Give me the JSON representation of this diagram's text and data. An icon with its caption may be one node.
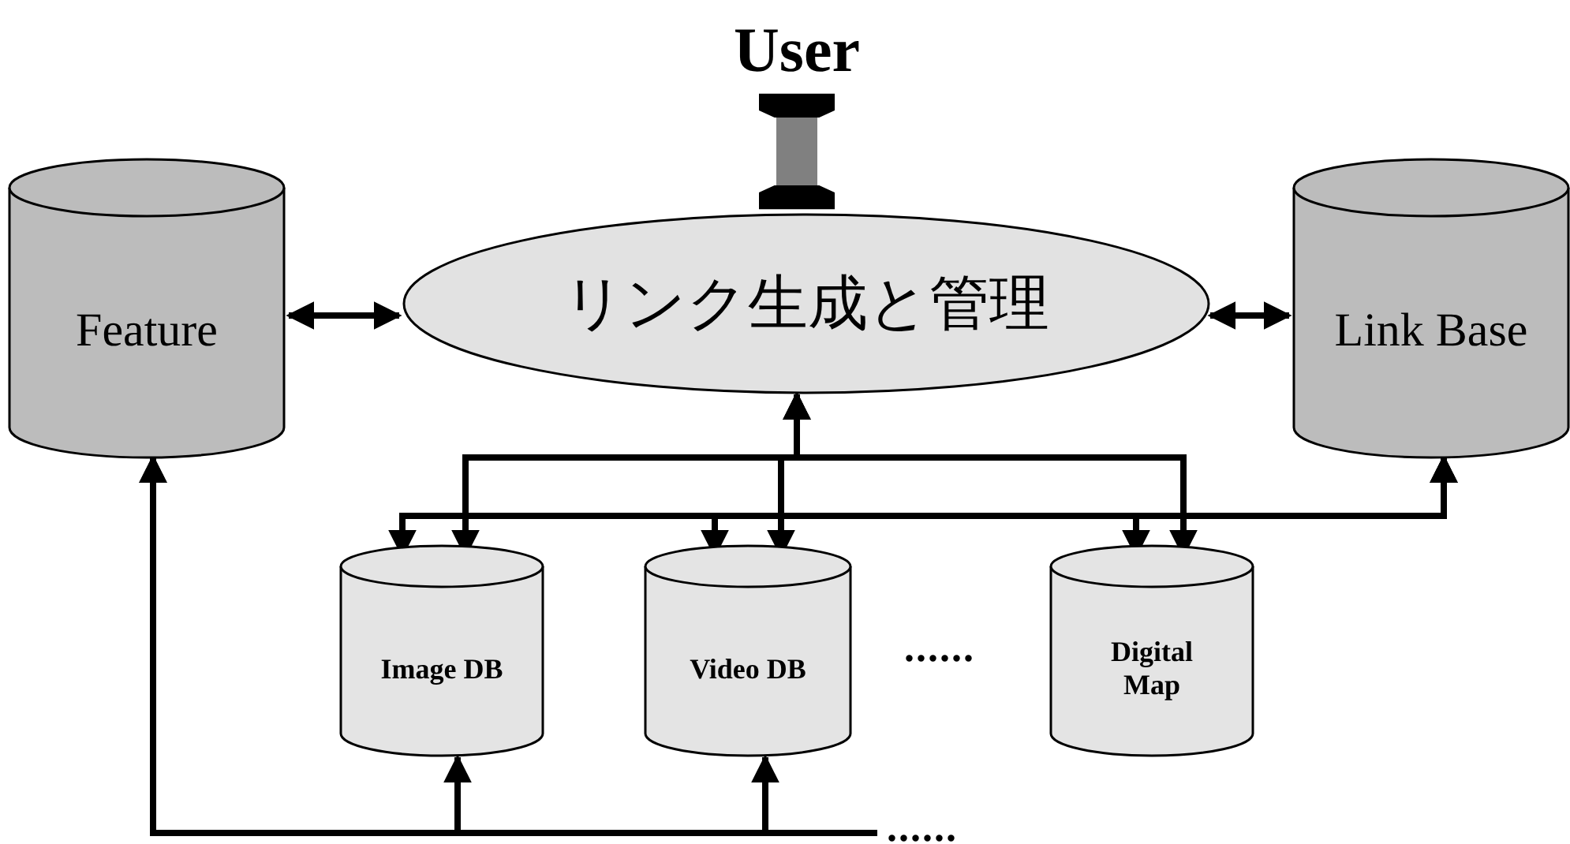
{
  "diagram": {
    "nodes": [
      {
        "text": [
          "User"
        ]
      },
      {
        "text": [
          "リンク生成と管理"
        ]
      },
      {
        "text": [
          "Feature"
        ]
      },
      {
        "text": [
          "Link Base"
        ]
      },
      {
        "text": [
          "Image DB"
        ]
      },
      {
        "text": [
          "Video DB"
        ]
      },
      {
        "text": [
          "Digital Map"
        ]
      }
    ],
    "edges": [
      {
        "from": 0,
        "to": 1,
        "arrow": "both",
        "style": "thick",
        "color": "#808080"
      },
      {
        "from": 2,
        "to": 1,
        "arrow": "both"
      },
      {
        "from": 1,
        "to": 3,
        "arrow": "both"
      },
      {
        "from": 1,
        "to": 4,
        "arrow": "both"
      },
      {
        "from": 1,
        "to": 5,
        "arrow": "both"
      },
      {
        "from": 1,
        "to": 6,
        "arrow": "both"
      },
      {
        "from": 3,
        "to": 4,
        "arrow": "both"
      },
      {
        "from": 3,
        "to": 5,
        "arrow": "both"
      },
      {
        "from": 3,
        "to": 6,
        "arrow": "both"
      },
      {
        "from": 2,
        "to": 4,
        "arrow": "both"
      },
      {
        "from": 2,
        "to": 5,
        "arrow": "both"
      }
    ],
    "labels": [
      "......",
      "......"
    ]
  }
}
